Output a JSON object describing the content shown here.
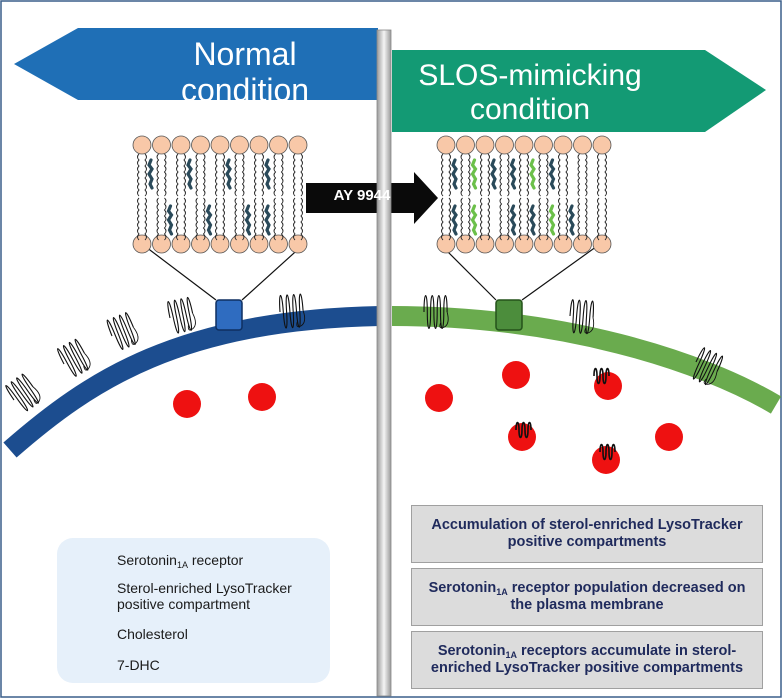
{
  "panels": {
    "left_title": "Normal condition",
    "right_title": "SLOS-mimicking condition",
    "drug_label": "AY 9944"
  },
  "info_boxes": [
    {
      "text": "Accumulation of sterol-enriched LysoTracker positive compartments"
    },
    {
      "pre": "Serotonin",
      "sub": "1A",
      "post": " receptor population decreased on the plasma membrane"
    },
    {
      "pre": "Serotonin",
      "sub": "1A",
      "post": " receptors accumulate in sterol-enriched LysoTracker positive compartments"
    }
  ],
  "legend": {
    "receptor_pre": "Serotonin",
    "receptor_sub": "1A",
    "receptor_post": " receptor",
    "compartment": "Sterol-enriched LysoTracker positive compartment",
    "cholesterol": "Cholesterol",
    "dhc": "7-DHC"
  },
  "colors": {
    "left_banner": "#1f6fb6",
    "right_banner": "#139a74",
    "left_membrane": "#1c4d8f",
    "right_membrane": "#6aab4e",
    "compartment": "#ee1111",
    "lipid_head": "#f8c8a8",
    "cholesterol": "#2a4a5a",
    "dhc": "#6cc04a"
  }
}
